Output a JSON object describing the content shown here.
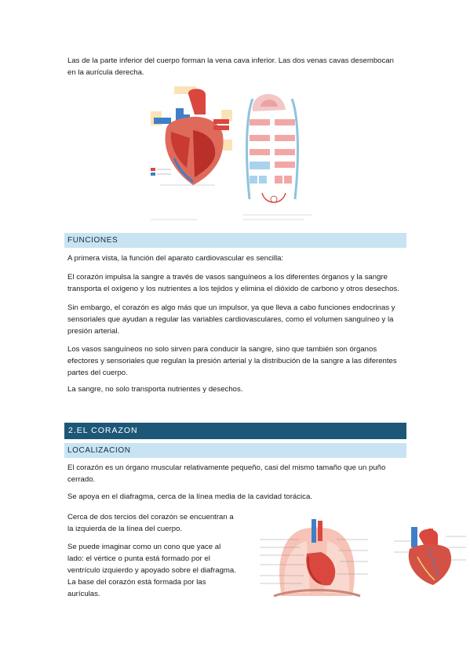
{
  "intro": {
    "line1": "Las de la parte inferior del cuerpo forman la vena cava inferior. Las dos venas cavas desembocan",
    "line2": "en la aurícula derecha."
  },
  "funciones": {
    "heading": "FUNCIONES",
    "p1": "A primera vista, la función del aparato cardiovascular es sencilla:",
    "p2_l1": "El corazón impulsa la sangre a través de vasos sanguíneos a los diferentes órganos y la sangre",
    "p2_l2": "transporta el oxígeno y los nutrientes a los tejidos y elimina el dióxido de carbono y otros desechos.",
    "p3_l1": "Sin embargo, el corazón es algo más que un impulsor, ya que lleva a cabo funciones endocrinas y",
    "p3_l2": "sensoriales que ayudan a regular las variables cardiovasculares, como el volumen sanguíneo y la",
    "p3_l3": "presión arterial.",
    "p4_l1": "Los vasos sanguíneos no solo sirven para conducir la sangre, sino que también son órganos",
    "p4_l2": "efectores y sensoriales que regulan la presión arterial y la distribución de la sangre a las diferentes",
    "p4_l3": "partes del cuerpo.",
    "p5": " La sangre, no solo transporta nutrientes y desechos."
  },
  "corazon": {
    "heading": "2.EL CORAZON",
    "sub": "LOCALIZACION",
    "p1_l1": "El corazón es un órgano muscular relativamente pequeño, casi del mismo tamaño que un puño",
    "p1_l2": "cerrado.",
    "p2": "Se apoya en el diafragma, cerca de la línea media de la cavidad torácica.",
    "p3_l1": "Cerca de dos tercios del corazón se encuentran a",
    "p3_l2": "la izquierda de la línea del cuerpo.",
    "p4_l1": "Se puede imaginar como un cono que yace al",
    "p4_l2": "lado: el vértice o punta está formado por el",
    "p4_l3": "ventrículo izquierdo y apoyado sobre el diafragma.",
    "p4_l4": "La base del corazón está formada por las",
    "p4_l5": "aurículas."
  },
  "colors": {
    "band_light": "#c8e4f3",
    "band_dark": "#1d5777",
    "heart_red": "#d9473f",
    "vessel_blue": "#3f7fc8"
  }
}
